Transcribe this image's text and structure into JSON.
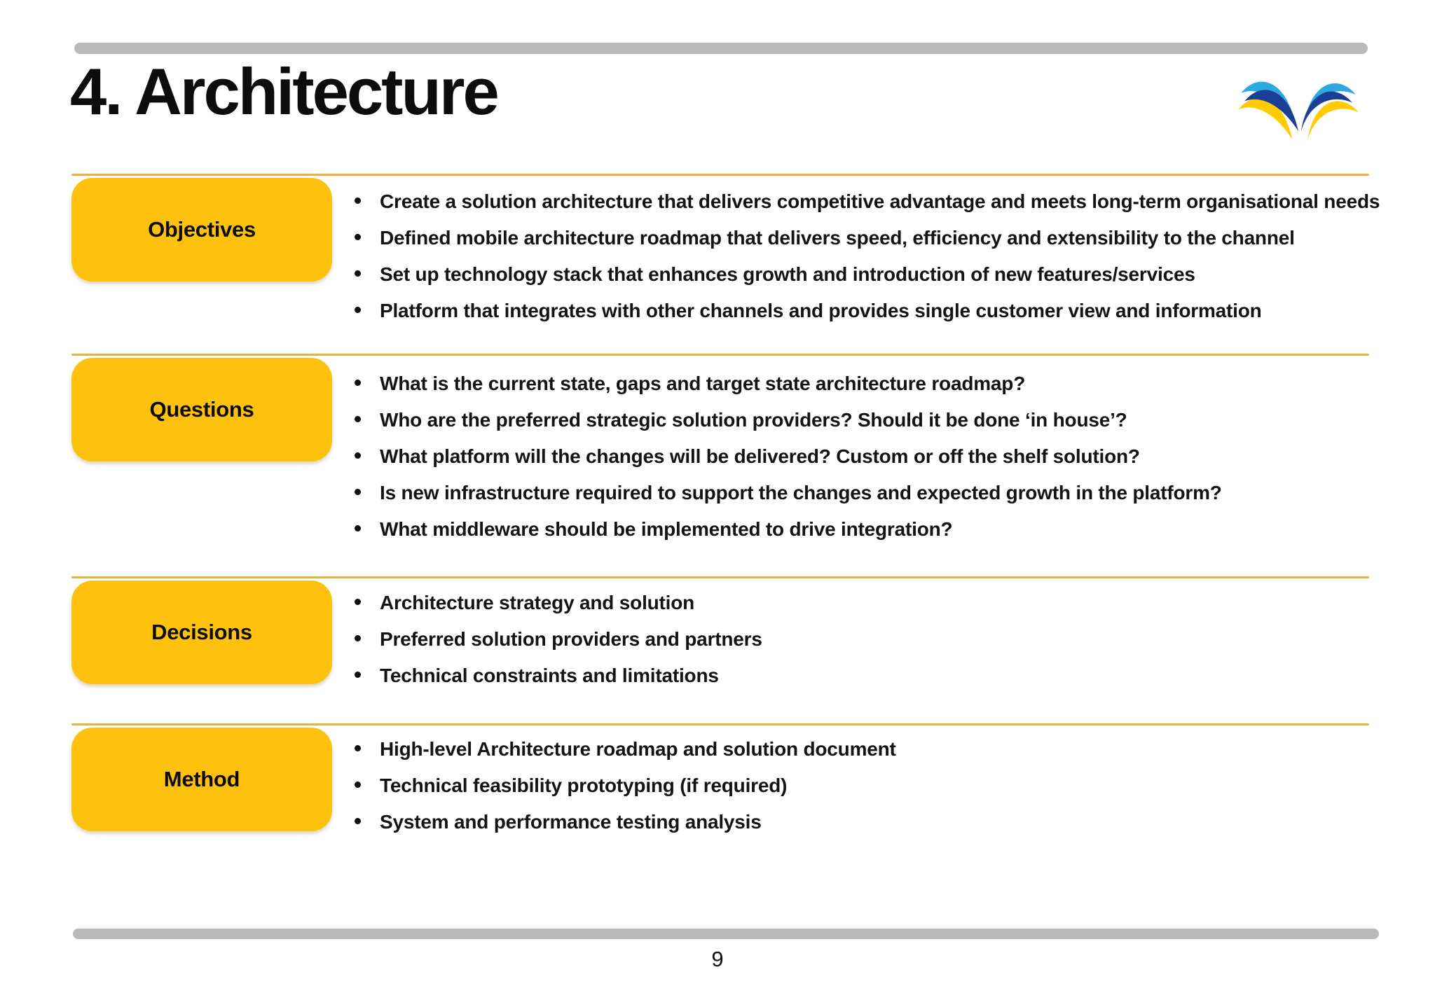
{
  "slide": {
    "title": "4. Architecture",
    "page_number": "9",
    "logo": "open-book-wings-logo",
    "colors": {
      "box_yellow": "#FEC10E",
      "rule_gold": "#EAAF3C",
      "bar_gray": "#B9B9B9",
      "logo_light_blue": "#2BA9E0",
      "logo_dark_blue": "#1B3F94",
      "logo_yellow": "#FFCB05"
    },
    "sections": [
      {
        "label": "Objectives",
        "bullets": [
          "Create a solution architecture that delivers competitive advantage and meets long-term organisational needs",
          "Defined mobile architecture roadmap that delivers speed, efficiency and extensibility to the channel",
          "Set up technology stack that enhances growth and introduction of new features/services",
          "Platform that integrates with other channels and provides single customer view and information"
        ]
      },
      {
        "label": "Questions",
        "bullets": [
          "What is the current state, gaps and target state architecture roadmap?",
          "Who are the preferred strategic solution providers? Should it be done ‘in house’?",
          "What platform will the changes will be delivered? Custom or off the shelf solution?",
          "Is new infrastructure required to support the changes and expected growth in the platform?",
          "What middleware should be implemented to drive integration?"
        ]
      },
      {
        "label": "Decisions",
        "bullets": [
          "Architecture strategy and solution",
          "Preferred solution providers and partners",
          "Technical constraints and limitations"
        ]
      },
      {
        "label": "Method",
        "bullets": [
          "High-level Architecture roadmap and solution document",
          "Technical feasibility prototyping (if required)",
          "System and performance testing analysis"
        ]
      }
    ]
  }
}
